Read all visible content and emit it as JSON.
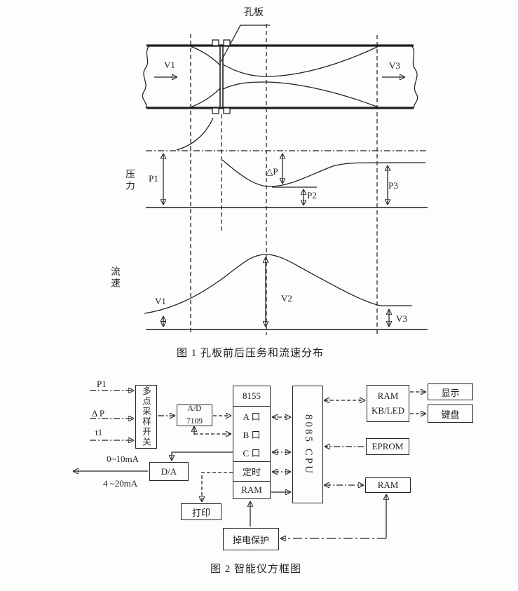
{
  "figure1": {
    "caption": "图 1  孔板前后压务和流速分布",
    "orifice_label": "孔板",
    "pipe": {
      "v1_label": "V1",
      "v3_label": "V3"
    },
    "pressure": {
      "axis_label": "压力",
      "p1": "P1",
      "delta_p": "△P",
      "p2": "P2",
      "p3": "P3"
    },
    "velocity": {
      "axis_label": "流速",
      "v1": "V1",
      "v2": "V2",
      "v3": "V3"
    }
  },
  "figure2": {
    "caption": "图 2  智能仪方框图",
    "input_labels": {
      "p1": "P1",
      "delta_p": "Δ P",
      "t1": "t1"
    },
    "output_labels": {
      "current_range_1": "0~10mA",
      "current_range_2": "4 ~20mA"
    },
    "blocks": {
      "sampler": "多点采样开关",
      "adc_line1": "A/D",
      "adc_line2": "7109",
      "dac": "D/A",
      "chip_8155": {
        "title": "8155",
        "port_a": "A 口",
        "port_b": "B 口",
        "port_c": "C 口",
        "timer": "定时",
        "ram": "RAM"
      },
      "cpu": "8085 CPU",
      "ram_kb": {
        "line1": "RAM",
        "line2": "KB/LED"
      },
      "display": "显示",
      "keyboard": "键盘",
      "eprom": "EPROM",
      "ram2": "RAM",
      "printer": "打印",
      "power_protection": "掉电保护"
    }
  },
  "colors": {
    "ink": "#1f1f1f",
    "paper": "#fdfdfb"
  }
}
